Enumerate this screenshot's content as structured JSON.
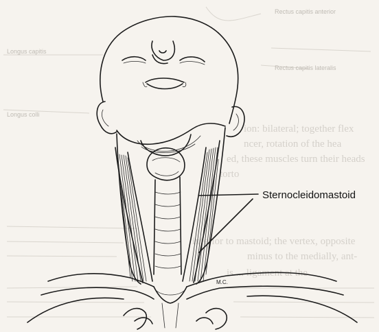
{
  "figure": {
    "main_label": "Sternocleidomastoid",
    "artist_initials": "M.C."
  },
  "bleed_through": {
    "top_labels": [
      "Rectus capitis anterior",
      "Longus capitis",
      "Rectus capitis lateralis",
      "Longus colli"
    ],
    "paragraph_lines": [
      "ion: bilateral; together flex",
      "ncer, rotation of the hea",
      "ed, these muscles turn their heads",
      "torto",
      "inferior to mastoid; the vertex, opposite",
      "minus to the medially, ant-",
      "is ... ligament at the"
    ]
  }
}
